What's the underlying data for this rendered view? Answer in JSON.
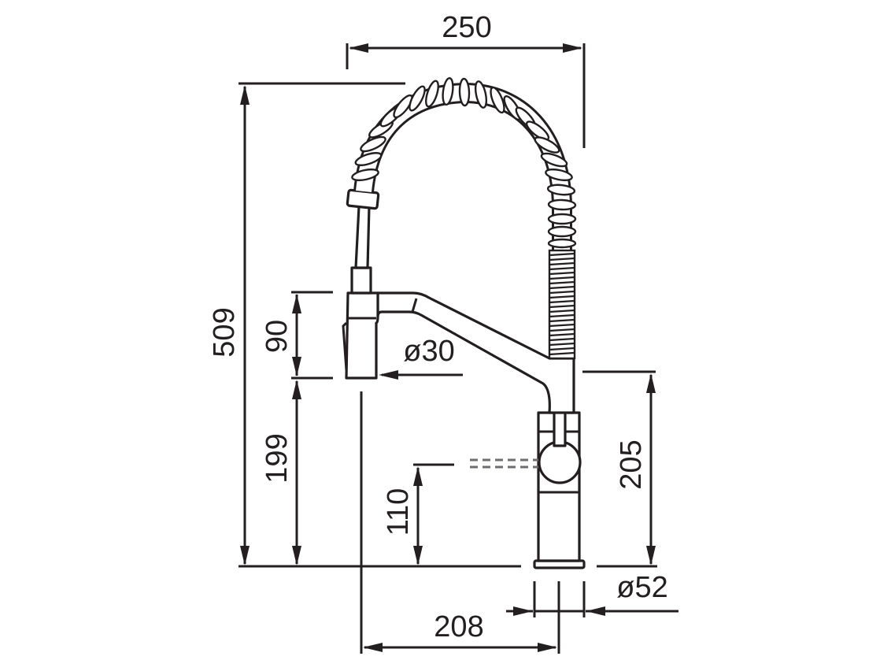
{
  "drawing": {
    "title": "Pull-down spring kitchen faucet dimension drawing",
    "units": "mm",
    "line_color": "#231f20",
    "hidden_line_color": "#6d6e71",
    "dimensions": {
      "total_reach": "250",
      "total_height": "509",
      "spray_head_height": "90",
      "spout_outlet_height": "199",
      "handle_height": "110",
      "body_height": "205",
      "spray_head_diameter": "ø30",
      "base_diameter": "ø52",
      "outlet_offset": "208"
    }
  }
}
